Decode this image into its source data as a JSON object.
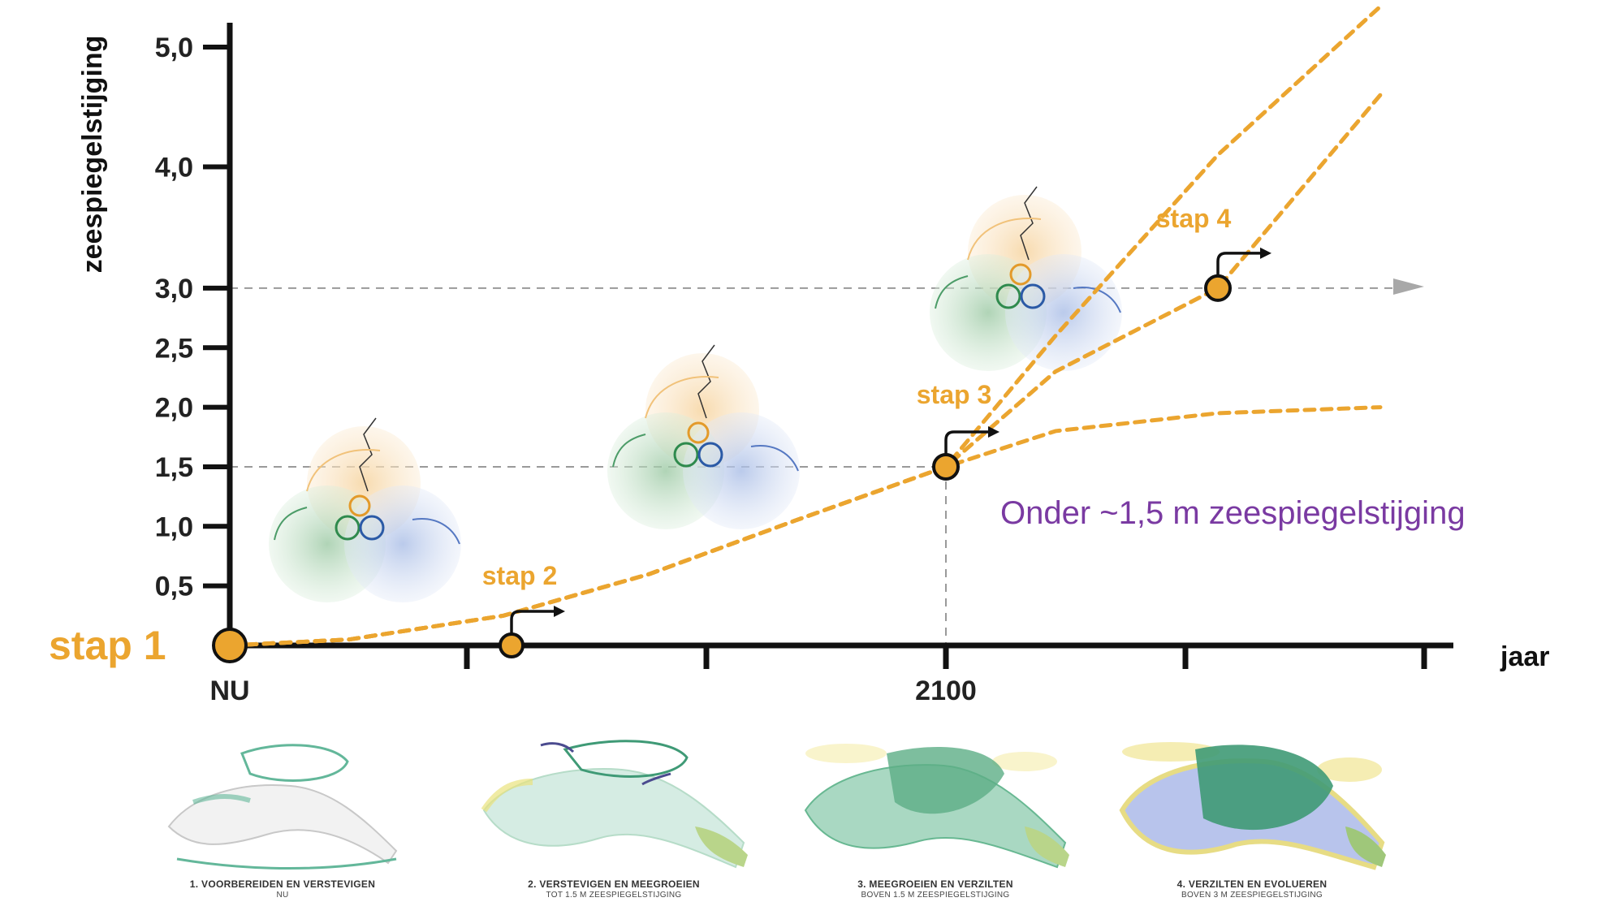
{
  "colors": {
    "accent": "#eba52f",
    "axis": "#111111",
    "note": "#7a3aa2",
    "ref": "#9a9a9a"
  },
  "chart_data": {
    "type": "line",
    "ylabel": "zeespiegelstijging",
    "xlabel": "jaar",
    "ylim": [
      0,
      5.2
    ],
    "y_ticks": [
      "0,5",
      "1,0",
      "1,5",
      "2,0",
      "2,5",
      "3,0",
      "4,0",
      "5,0"
    ],
    "x_tick_labels": [
      "NU",
      "2100"
    ],
    "series": [
      {
        "values": [
          0,
          0.05,
          0.25,
          0.6,
          1.05,
          1.5,
          2.6,
          4.1,
          5.5
        ]
      },
      {
        "values": [
          0,
          0.05,
          0.25,
          0.6,
          1.05,
          1.5,
          2.3,
          3.0,
          4.6
        ]
      },
      {
        "values": [
          0,
          0.05,
          0.25,
          0.6,
          1.05,
          1.5,
          1.8,
          1.95,
          2.0
        ]
      }
    ],
    "reference_lines": [
      {
        "y": 1.5
      },
      {
        "y": 3.0
      }
    ],
    "steps": [
      {
        "label": "stap 1",
        "y": 0
      },
      {
        "label": "stap 2",
        "y": 0
      },
      {
        "label": "stap 3",
        "y": 1.5
      },
      {
        "label": "stap 4",
        "y": 3.0
      }
    ],
    "annotation": "Onder ~1,5 m zeespiegelstijging"
  },
  "panels": [
    {
      "title": "1. VOORBEREIDEN EN VERSTEVIGEN",
      "subtitle": "NU"
    },
    {
      "title": "2. VERSTEVIGEN EN MEEGROEIEN",
      "subtitle": "TOT 1.5 M ZEESPIEGELSTIJGING"
    },
    {
      "title": "3. MEEGROEIEN EN VERZILTEN",
      "subtitle": "BOVEN 1.5 M ZEESPIEGELSTIJGING"
    },
    {
      "title": "4. VERZILTEN EN EVOLUEREN",
      "subtitle": "BOVEN 3 M ZEESPIEGELSTIJGING"
    }
  ]
}
